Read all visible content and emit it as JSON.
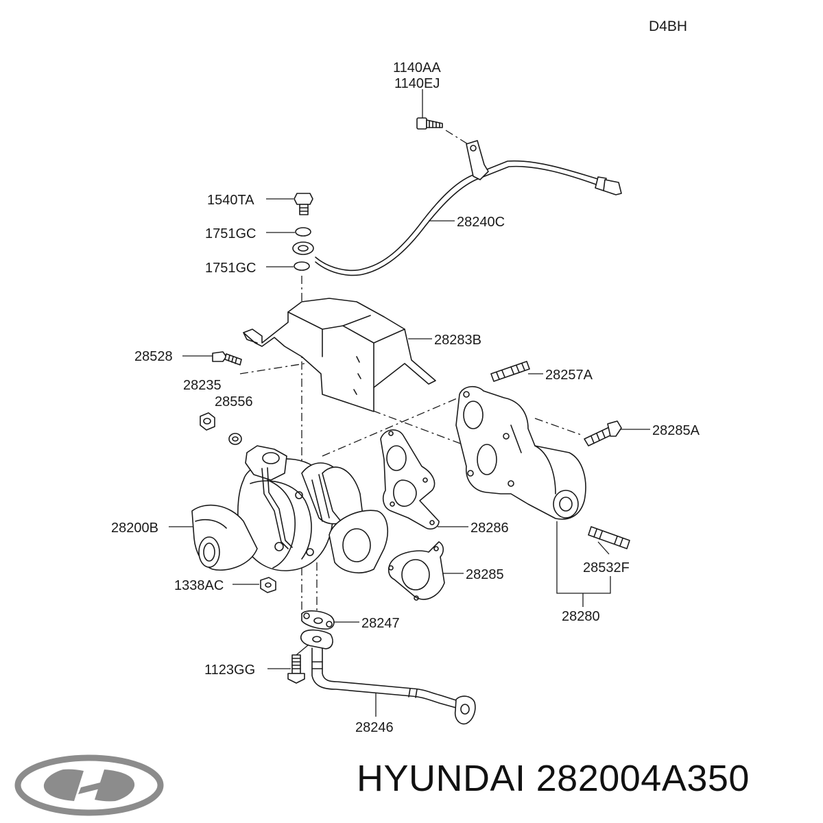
{
  "diagram": {
    "engine_code": "D4BH",
    "callouts": [
      {
        "id": "1140AA",
        "text": "1140AA"
      },
      {
        "id": "1140EJ",
        "text": "1140EJ"
      },
      {
        "id": "1540TA",
        "text": "1540TA"
      },
      {
        "id": "1751GC-upper",
        "text": "1751GC"
      },
      {
        "id": "1751GC-lower",
        "text": "1751GC"
      },
      {
        "id": "28240C",
        "text": "28240C"
      },
      {
        "id": "28283B",
        "text": "28283B"
      },
      {
        "id": "28528",
        "text": "28528"
      },
      {
        "id": "28257A",
        "text": "28257A"
      },
      {
        "id": "28235",
        "text": "28235"
      },
      {
        "id": "28556",
        "text": "28556"
      },
      {
        "id": "28285A",
        "text": "28285A"
      },
      {
        "id": "28200B",
        "text": "28200B"
      },
      {
        "id": "28286",
        "text": "28286"
      },
      {
        "id": "28285",
        "text": "28285"
      },
      {
        "id": "28532F",
        "text": "28532F"
      },
      {
        "id": "1338AC",
        "text": "1338AC"
      },
      {
        "id": "28280",
        "text": "28280"
      },
      {
        "id": "28247",
        "text": "28247"
      },
      {
        "id": "1123GG",
        "text": "1123GG"
      },
      {
        "id": "28246",
        "text": "28246"
      }
    ]
  },
  "footer": {
    "brand": "HYUNDAI",
    "part_number": "282004A350",
    "logo_icon": "hyundai-logo-icon"
  },
  "colors": {
    "ink": "#1a1a1a",
    "logo_gray": "#8c8c8c"
  }
}
